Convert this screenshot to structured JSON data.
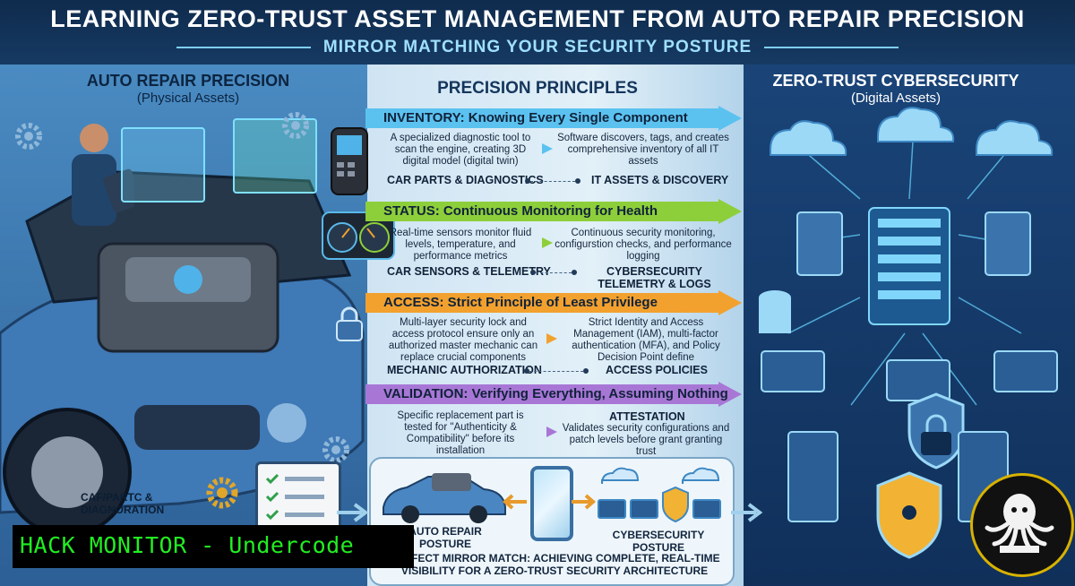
{
  "header": {
    "title": "LEARNING ZERO-TRUST ASSET MANAGEMENT FROM AUTO REPAIR PRECISION",
    "subtitle": "MIRROR MATCHING YOUR SECURITY POSTURE"
  },
  "columns": {
    "left": {
      "title": "AUTO REPAIR PRECISION",
      "subtitle": "(Physical Assets)"
    },
    "middle": {
      "title": "PRECISION PRINCIPLES"
    },
    "right": {
      "title": "ZERO-TRUST CYBERSECURITY",
      "subtitle": "(Digital Assets)"
    }
  },
  "principles": [
    {
      "heading": "INVENTORY: Knowing Every Single Component",
      "color": "#5bc2f0",
      "left_desc": "A specialized diagnostic tool to scan the engine, creating 3D digital model (digital twin)",
      "right_desc": "Software discovers, tags, and creates comprehensive inventory of all IT assets",
      "left_tag": "CAR PARTS & DIAGNOSTICS",
      "right_tag": "IT ASSETS & DISCOVERY"
    },
    {
      "heading": "STATUS: Continuous Monitoring for Health",
      "color": "#8dcf3a",
      "left_desc": "Real-time sensors monitor fluid levels, temperature, and performance metrics",
      "right_desc": "Continuous security monitoring, configurstion checks, and performance logging",
      "left_tag": "CAR SENSORS & TELEMETRY",
      "right_tag": "CYBERSECURITY TELEMETRY & LOGS"
    },
    {
      "heading": "ACCESS: Strict Principle of Least Privilege",
      "color": "#f2a12e",
      "left_desc": "Multi-layer security lock and access protocol ensure only an authorized master mechanic can replace crucial components",
      "right_desc": "Strict Identity and Access Management (IAM), multi-factor authentication (MFA), and Policy Decision Point define",
      "left_tag": "MECHANIC AUTHORIZATION",
      "right_tag": "ACCESS POLICIES"
    },
    {
      "heading": "VALIDATION: Verifying Everything, Assuming Nothing",
      "color": "#a877d6",
      "left_desc": "Specific replacement part is tested for \"Authenticity & Compatibility\" before its installation",
      "right_desc": "Validates security configurations and patch levels before grant granting trust",
      "left_tag": "",
      "right_tag": "ATTESTATION"
    }
  ],
  "left_panel": {
    "clipboard_label": "CAF/PARTC & DIAGNORATION"
  },
  "bottom": {
    "car_label": "AUTO REPAIR POSTURE",
    "cyber_label": "CYBERSECURITY POSTURE",
    "footer": "PERFECT MIRROR MATCH: ACHIEVING COMPLETE, REAL-TIME VISIBILITY FOR A ZERO-TRUST SECURITY ARCHITECTURE"
  },
  "watermark": {
    "text": "HACK MONITOR - Undercode",
    "color": "#22ee22"
  },
  "icons": [
    "gear-icon",
    "diagnostic-tool-icon",
    "tablet-icon",
    "gauge-icon",
    "cloud-icon",
    "database-icon",
    "server-icon",
    "laptop-icon",
    "shield-icon",
    "lock-icon",
    "mirror-icon",
    "clipboard-icon",
    "octopus-logo"
  ]
}
